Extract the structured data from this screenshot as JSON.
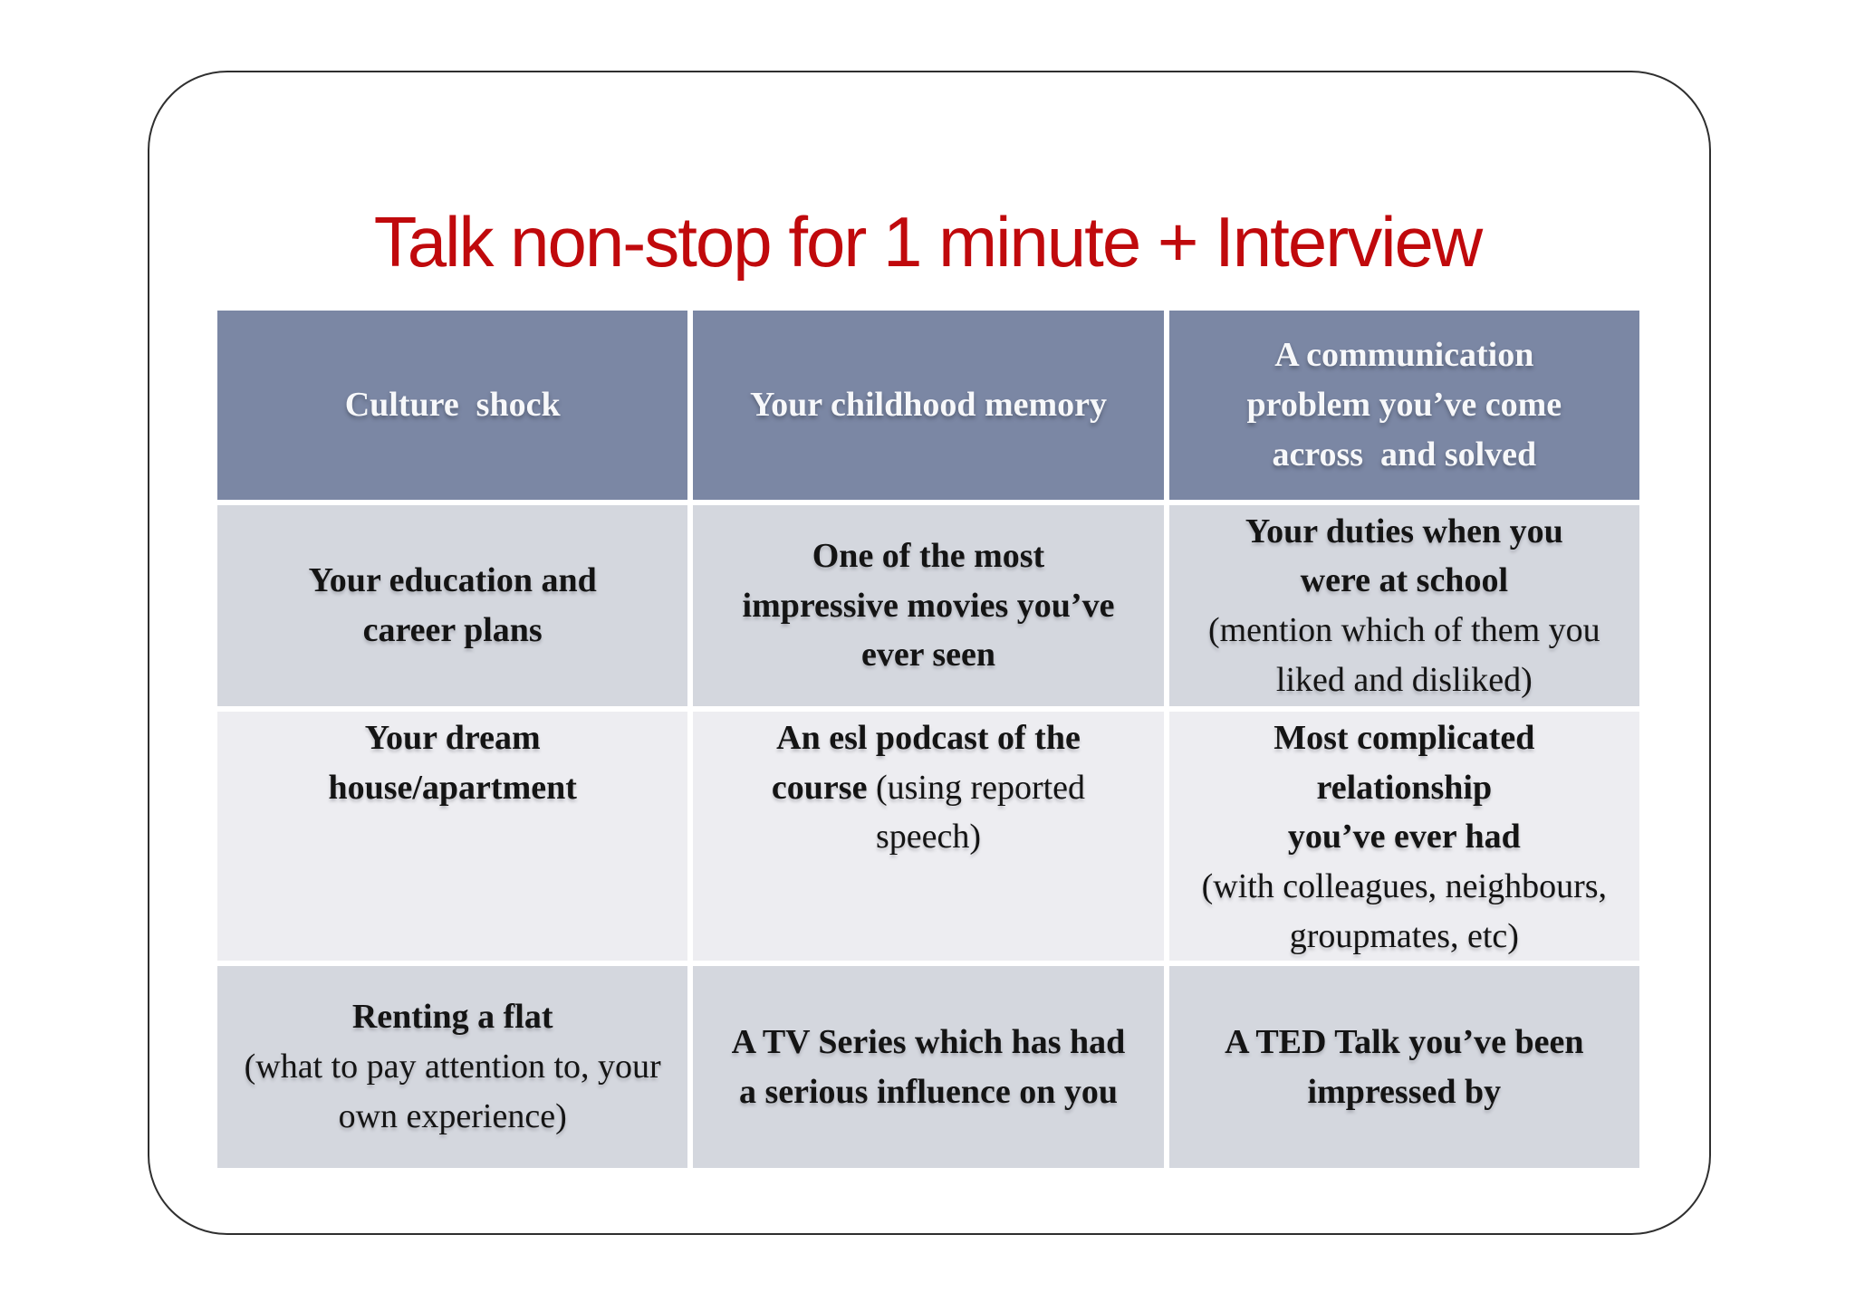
{
  "slide": {
    "title": "Talk non-stop for 1 minute + Interview",
    "colors": {
      "title_red": "#c0090c",
      "header_bg": "#7b87a4",
      "header_text": "#f7f8fa",
      "row_light_bg": "#d4d7de",
      "row_lighter_bg": "#ededf1",
      "body_text": "#141414",
      "frame_border": "#2f2f2f"
    }
  },
  "table": {
    "header": [
      "Culture  shock",
      "Your childhood memory",
      "A communication\nproblem you’ve come\nacross  and solved"
    ],
    "rows": [
      {
        "cells": [
          {
            "main": "Your education and\ncareer plans",
            "note": ""
          },
          {
            "main": "One of the most\nimpressive movies you’ve\never seen",
            "note": ""
          },
          {
            "main": "Your duties when you\nwere at school",
            "note": "\n(mention which of them you\nliked and disliked)"
          }
        ]
      },
      {
        "cells": [
          {
            "main": "Your dream\nhouse/apartment",
            "note": ""
          },
          {
            "main": "An esl podcast of the\ncourse",
            "note": " (using reported\nspeech)"
          },
          {
            "main": "Most complicated\nrelationship\nyou’ve ever had",
            "note": "\n(with colleagues, neighbours,\ngroupmates, etc)"
          }
        ]
      },
      {
        "cells": [
          {
            "main": "Renting a flat",
            "note": "\n(what to pay attention to, your\nown experience)"
          },
          {
            "main": "A TV Series which has had\na serious influence on you",
            "note": ""
          },
          {
            "main": "A TED Talk you’ve been\nimpressed by",
            "note": ""
          }
        ]
      }
    ]
  }
}
